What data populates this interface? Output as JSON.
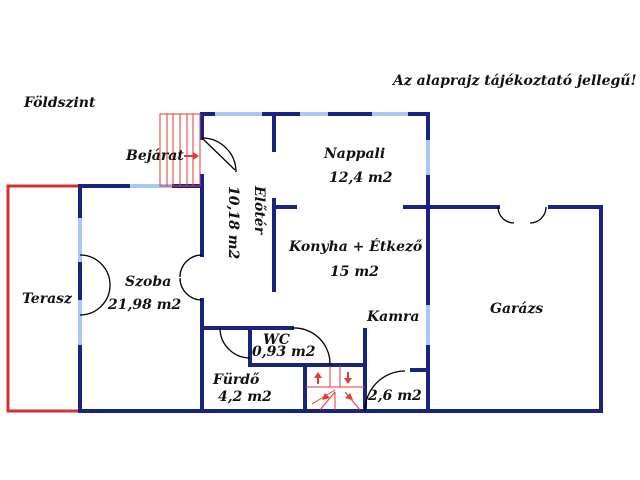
{
  "floor_label": "Földszint",
  "note": "Az alaprajz tájékoztató jellegű!",
  "rooms": {
    "bejarat": "Bejárat",
    "eloter": "Előtér",
    "eloter_area": "10,18 m2",
    "nappali": "Nappali",
    "nappali_area": "12,4 m2",
    "konyha": "Konyha + Étkező",
    "konyha_area": "15 m2",
    "szoba": "Szoba",
    "szoba_area": "21,98 m2",
    "terasz": "Terasz",
    "garazs": "Garázs",
    "kamra": "Kamra",
    "kamra_area": "2,6 m2",
    "wc": "WC",
    "wc_area": "0,93 m2",
    "furdo": "Fürdő",
    "furdo_area": "4,2 m2"
  },
  "colors": {
    "wall": "#1a237e",
    "window": "#a9c8ee",
    "terrace": "#d32f2f",
    "stairs": "#e53935",
    "door": "#000000"
  }
}
